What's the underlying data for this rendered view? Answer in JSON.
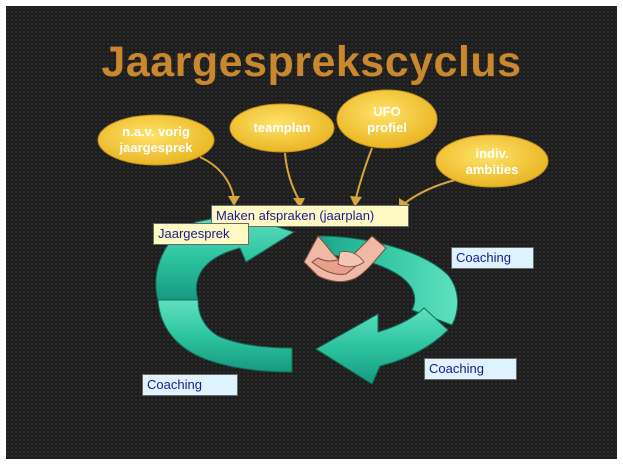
{
  "slide": {
    "title": "Jaargesprekscyclus",
    "bubbles": [
      {
        "id": "vorig",
        "text": "n.a.v. vorig\njaargesprek"
      },
      {
        "id": "teamplan",
        "text": "teamplan"
      },
      {
        "id": "ufo",
        "text": "UFO\nprofiel"
      },
      {
        "id": "ambities",
        "text": "indiv.\nambities"
      }
    ],
    "center_label": "Maken afspraken (jaarplan)",
    "jaargesprek_label": "Jaargesprek",
    "coaching_labels": [
      "Coaching",
      "Coaching",
      "Coaching"
    ]
  },
  "colors": {
    "background": "#1e1e1e",
    "title": "#c9882d",
    "bubble": "#f3c93a",
    "arrow_teal": "#2ec4a0",
    "label_text": "#1a1a8c"
  },
  "icons": {
    "handshake": "handshake-icon"
  }
}
